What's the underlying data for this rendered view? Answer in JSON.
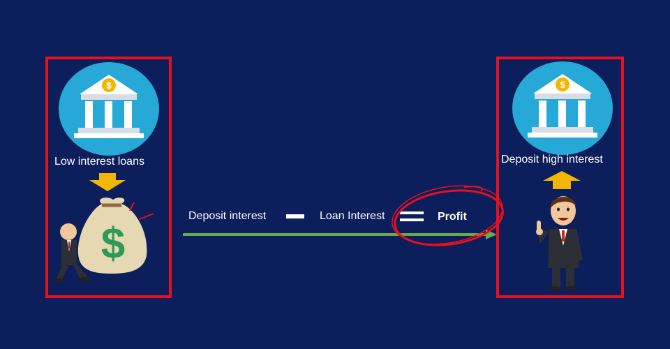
{
  "diagram": {
    "left": {
      "caption": "Low interest loans",
      "bank_icon": "bank-dollar-icon",
      "arrow_icon": "arrow-down-icon",
      "figure_icon": "businessman-moneybag-icon"
    },
    "right": {
      "caption": "Deposit high interest",
      "bank_icon": "bank-dollar-icon",
      "arrow_icon": "arrow-up-icon",
      "figure_icon": "businessman-pointing-icon"
    },
    "formula": {
      "term1": "Deposit interest",
      "operator1": "minus",
      "term2": "Loan Interest",
      "operator2": "equals",
      "result": "Profit"
    },
    "colors": {
      "background": "#0c1e5b",
      "frame": "#e8101c",
      "circle": "#27a9d8",
      "arrow": "#f2b705",
      "timeline": "#6aa84f",
      "highlight": "#e8101c",
      "text": "#ffffff"
    }
  }
}
